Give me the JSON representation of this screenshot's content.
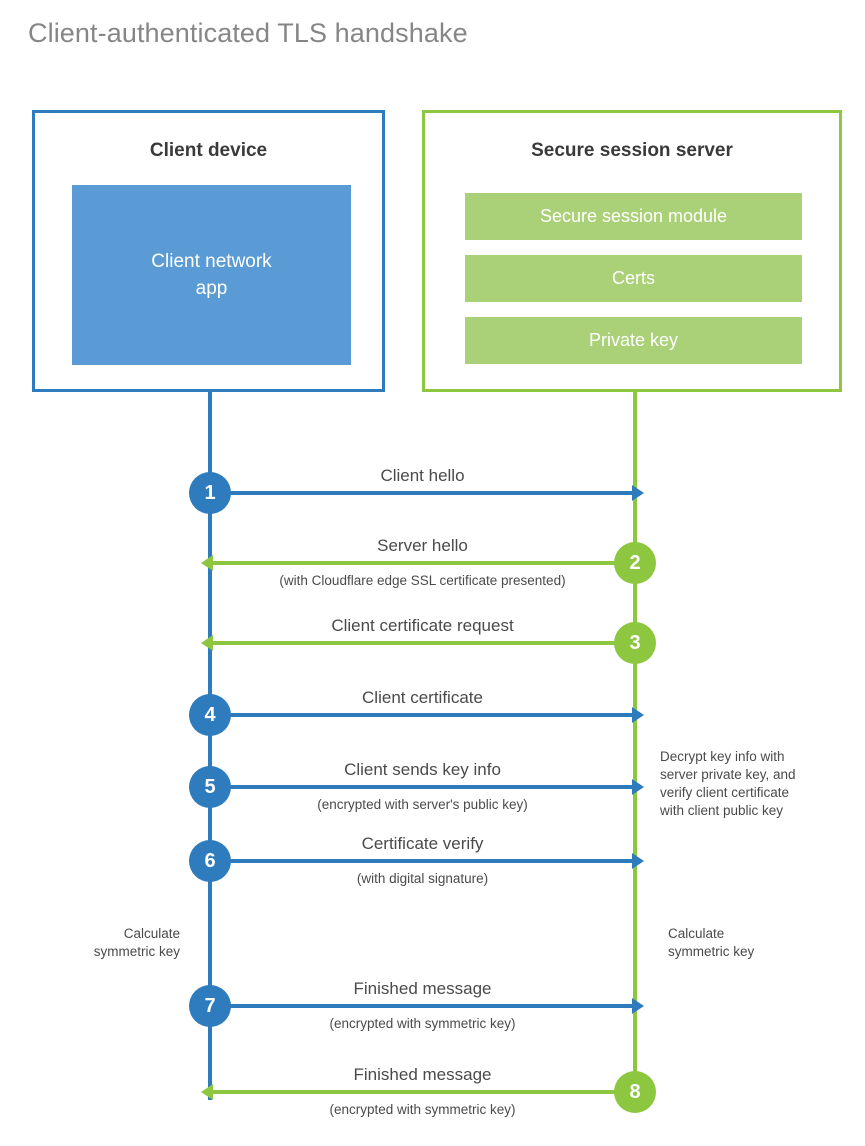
{
  "title": "Client-authenticated TLS handshake",
  "colors": {
    "blue_border": "#2e7bbd",
    "blue_fill": "#5b9bd5",
    "green_border": "#8dc63f",
    "green_fill": "#abd178",
    "title_text": "#868686",
    "body_text": "#4a4a4a"
  },
  "client": {
    "title": "Client device",
    "app_label": "Client network\napp"
  },
  "server": {
    "title": "Secure session server",
    "bars": [
      {
        "label": "Secure session module"
      },
      {
        "label": "Certs"
      },
      {
        "label": "Private key"
      }
    ]
  },
  "notes": {
    "server_decrypt": "Decrypt key info with\nserver private key, and\nverify client certificate\nwith client public key",
    "client_calculate": "Calculate\nsymmetric key",
    "server_calculate": "Calculate\nsymmetric key"
  },
  "steps": [
    {
      "number": "1",
      "direction": "client-to-server",
      "side": "client",
      "color": "blue",
      "label": "Client hello",
      "sublabel": ""
    },
    {
      "number": "2",
      "direction": "server-to-client",
      "side": "server",
      "color": "green",
      "label": "Server hello",
      "sublabel": "(with Cloudflare edge SSL certificate presented)"
    },
    {
      "number": "3",
      "direction": "server-to-client",
      "side": "server",
      "color": "green",
      "label": "Client certificate request",
      "sublabel": ""
    },
    {
      "number": "4",
      "direction": "client-to-server",
      "side": "client",
      "color": "blue",
      "label": "Client certificate",
      "sublabel": ""
    },
    {
      "number": "5",
      "direction": "client-to-server",
      "side": "client",
      "color": "blue",
      "label": "Client sends key info",
      "sublabel": "(encrypted with server's public key)"
    },
    {
      "number": "6",
      "direction": "client-to-server",
      "side": "client",
      "color": "blue",
      "label": "Certificate verify",
      "sublabel": "(with digital signature)"
    },
    {
      "number": "7",
      "direction": "client-to-server",
      "side": "client",
      "color": "blue",
      "label": "Finished message",
      "sublabel": "(encrypted with symmetric key)"
    },
    {
      "number": "8",
      "direction": "server-to-client",
      "side": "server",
      "color": "green",
      "label": "Finished message",
      "sublabel": "(encrypted with symmetric key)"
    }
  ]
}
